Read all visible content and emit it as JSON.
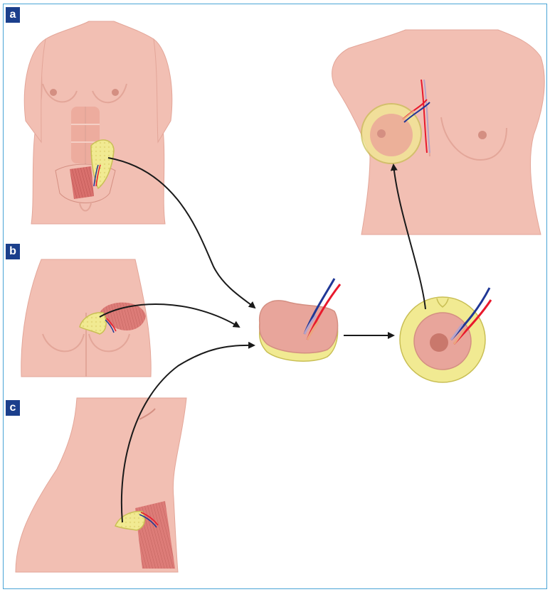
{
  "panels": [
    {
      "id": "a",
      "label": "a"
    },
    {
      "id": "b",
      "label": "b"
    },
    {
      "id": "c",
      "label": "c"
    }
  ],
  "colors": {
    "skin": "#f2bfb3",
    "skin_shadow": "#e3a699",
    "skin_dark": "#d48f82",
    "fat": "#f1ea92",
    "fat_outline": "#c9bf55",
    "muscle": "#d9706d",
    "muscle_light": "#e9a195",
    "flap": "#e8a59b",
    "artery": "#e8192c",
    "vein": "#1f3796",
    "arrow": "#1a1a1a",
    "frame": "#49a4d6",
    "label_bg": "#1b3f8c"
  }
}
